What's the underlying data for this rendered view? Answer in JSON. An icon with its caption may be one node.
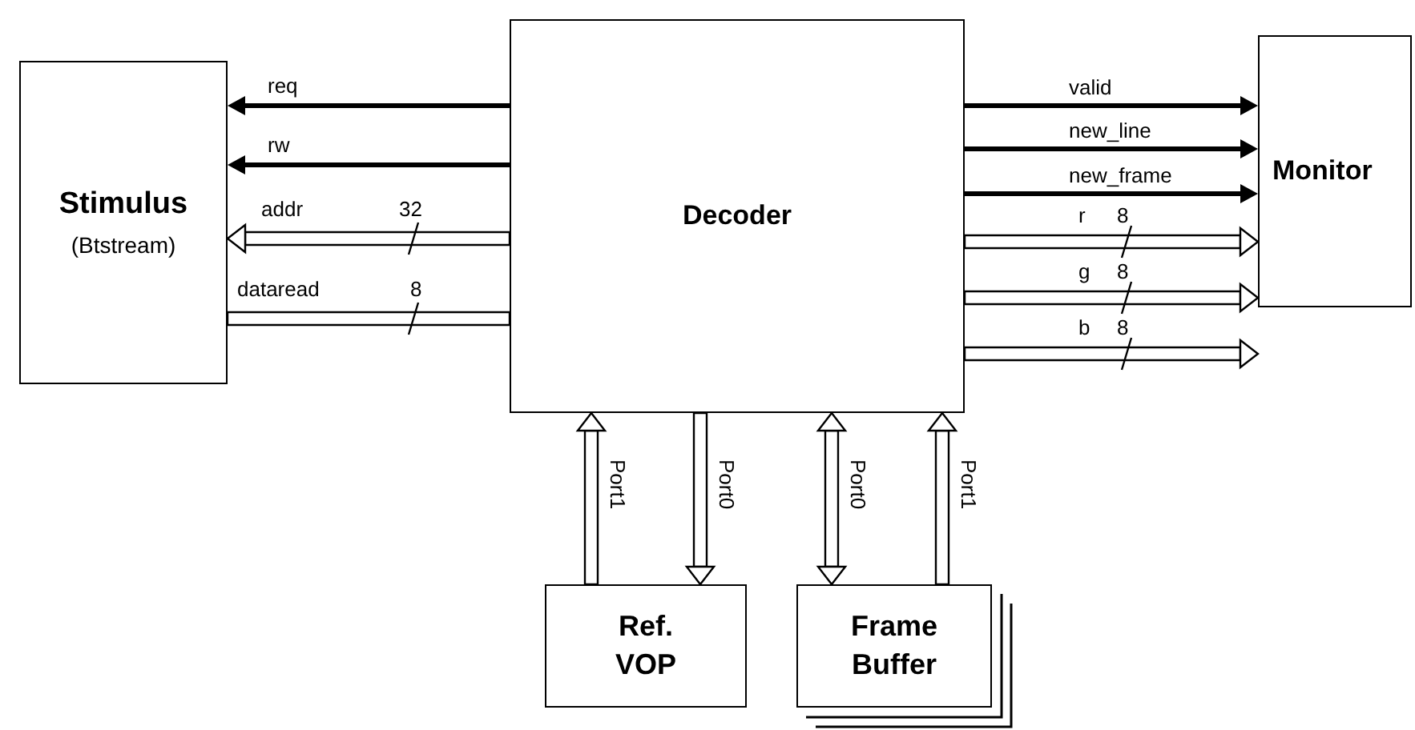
{
  "diagram": {
    "nodes": [
      {
        "text": [
          "Stimulus",
          "(Btstream)"
        ]
      },
      {
        "text": [
          "Decoder"
        ]
      },
      {
        "text": [
          "Monitor"
        ]
      },
      {
        "text": [
          "Ref. VOP"
        ]
      },
      {
        "text": [
          "Frame Buffer"
        ]
      }
    ],
    "edges": [
      {
        "from": 1,
        "to": 0,
        "arrow": "to",
        "label": "req",
        "style": "thick"
      },
      {
        "from": 1,
        "to": 0,
        "arrow": "to",
        "label": "rw",
        "style": "thick"
      },
      {
        "from": 1,
        "to": 0,
        "arrow": "to",
        "label": "addr"
      },
      {
        "from": 0,
        "to": 1,
        "arrow": "none",
        "label": "dataread"
      },
      {
        "from": 1,
        "to": 2,
        "arrow": "to",
        "label": "valid",
        "style": "thick"
      },
      {
        "from": 1,
        "to": 2,
        "arrow": "to",
        "label": "new_line",
        "style": "thick"
      },
      {
        "from": 1,
        "to": 2,
        "arrow": "to",
        "label": "new_frame",
        "style": "thick"
      },
      {
        "from": 1,
        "to": 2,
        "arrow": "to",
        "label": "r"
      },
      {
        "from": 1,
        "to": 2,
        "arrow": "to",
        "label": "g"
      },
      {
        "from": 1,
        "to": 2,
        "arrow": "to",
        "label": "b"
      },
      {
        "from": 3,
        "to": 1,
        "arrow": "to",
        "label": "Port1"
      },
      {
        "from": 1,
        "to": 3,
        "arrow": "to",
        "label": "Port0"
      },
      {
        "from": 1,
        "to": 4,
        "arrow": "both",
        "label": "Port0"
      },
      {
        "from": 4,
        "to": 1,
        "arrow": "to",
        "label": "Port1"
      }
    ],
    "labels": [
      "32",
      "8",
      "8",
      "8",
      "8"
    ]
  }
}
